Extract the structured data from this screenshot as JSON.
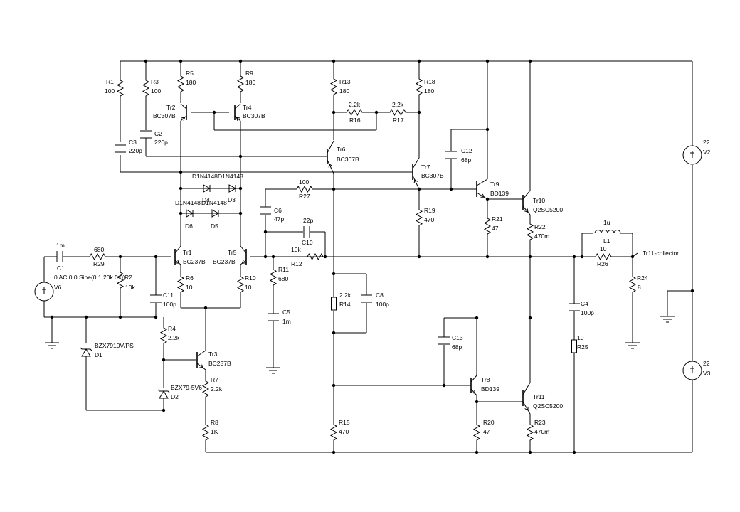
{
  "colors": {
    "background": "#ffffff",
    "ink": "#000000"
  },
  "components": {
    "R1": {
      "ref": "R1",
      "value": "100"
    },
    "R3": {
      "ref": "R3",
      "value": "100"
    },
    "R5": {
      "ref": "R5",
      "value": "180"
    },
    "R9": {
      "ref": "R9",
      "value": "180"
    },
    "R13": {
      "ref": "R13",
      "value": "180"
    },
    "R18": {
      "ref": "R18",
      "value": "180"
    },
    "R16": {
      "ref": "R16",
      "value": "2.2k"
    },
    "R17": {
      "ref": "R17",
      "value": "2.2k"
    },
    "C3": {
      "ref": "C3",
      "value": "220p"
    },
    "C2": {
      "ref": "C2",
      "value": "220p"
    },
    "C12": {
      "ref": "C12",
      "value": "68p"
    },
    "Tr2": {
      "ref": "Tr2",
      "value": "BC307B"
    },
    "Tr4": {
      "ref": "Tr4",
      "value": "BC307B"
    },
    "Tr6": {
      "ref": "Tr6",
      "value": "BC307B"
    },
    "Tr7": {
      "ref": "Tr7",
      "value": "BC307B"
    },
    "Tr9": {
      "ref": "Tr9",
      "value": "BD139"
    },
    "Tr10": {
      "ref": "Tr10",
      "value": "Q2SC5200"
    },
    "Tr1": {
      "ref": "Tr1",
      "value": "BC237B"
    },
    "Tr5": {
      "ref": "Tr5",
      "value": "BC237B"
    },
    "Tr3": {
      "ref": "Tr3",
      "value": "BC237B"
    },
    "Tr8": {
      "ref": "Tr8",
      "value": "BD139"
    },
    "Tr11": {
      "ref": "Tr11",
      "value": "Q2SC5200"
    },
    "D4": {
      "ref": "D4",
      "value": "D1N4148"
    },
    "D3": {
      "ref": "D3",
      "value": "D1N4148"
    },
    "D6": {
      "ref": "D6",
      "value": "D1N4148"
    },
    "D5": {
      "ref": "D5",
      "value": "D1N4148"
    },
    "R27": {
      "ref": "R27",
      "value": "100"
    },
    "C6": {
      "ref": "C6",
      "value": "47p"
    },
    "C10": {
      "ref": "C10",
      "value": "22p"
    },
    "R19": {
      "ref": "R19",
      "value": "470"
    },
    "R21": {
      "ref": "R21",
      "value": "47"
    },
    "R22": {
      "ref": "R22",
      "value": "470m"
    },
    "C1": {
      "ref": "C1",
      "value": "1m"
    },
    "R29": {
      "ref": "R29",
      "value": "680"
    },
    "R2": {
      "ref": "R2",
      "value": "10k"
    },
    "R12": {
      "ref": "R12",
      "value": "10k"
    },
    "R11": {
      "ref": "R11",
      "value": "680"
    },
    "R6": {
      "ref": "R6",
      "value": "10"
    },
    "R10": {
      "ref": "R10",
      "value": "10"
    },
    "C11": {
      "ref": "C11",
      "value": "100p"
    },
    "C5": {
      "ref": "C5",
      "value": "1m"
    },
    "R14": {
      "ref": "R14",
      "value": "2.2k"
    },
    "C8": {
      "ref": "C8",
      "value": "100p"
    },
    "C13": {
      "ref": "C13",
      "value": "68p"
    },
    "C4": {
      "ref": "C4",
      "value": "100p"
    },
    "R25": {
      "ref": "R25",
      "value": "10"
    },
    "L1": {
      "ref": "L1",
      "value": "1u"
    },
    "R26": {
      "ref": "R26",
      "value": "10"
    },
    "R24": {
      "ref": "R24",
      "value": "8"
    },
    "R4": {
      "ref": "R4",
      "value": "2.2k"
    },
    "R7": {
      "ref": "R7",
      "value": "2.2k"
    },
    "R8": {
      "ref": "R8",
      "value": "1K"
    },
    "R15": {
      "ref": "R15",
      "value": "470"
    },
    "R20": {
      "ref": "R20",
      "value": "47"
    },
    "R23": {
      "ref": "R23",
      "value": "470m"
    },
    "D1": {
      "ref": "D1",
      "value": "BZX7910V/PS"
    },
    "D2": {
      "ref": "D2",
      "value": "BZX79-5V6"
    },
    "V6": {
      "ref": "V6",
      "value": "0 AC 0 0 Sine(0 1 20k 0 0)"
    },
    "V2": {
      "ref": "V2",
      "value": "22"
    },
    "V3": {
      "ref": "V3",
      "value": "22"
    }
  },
  "net_labels": {
    "tr11_collector": "Tr11-collector"
  }
}
